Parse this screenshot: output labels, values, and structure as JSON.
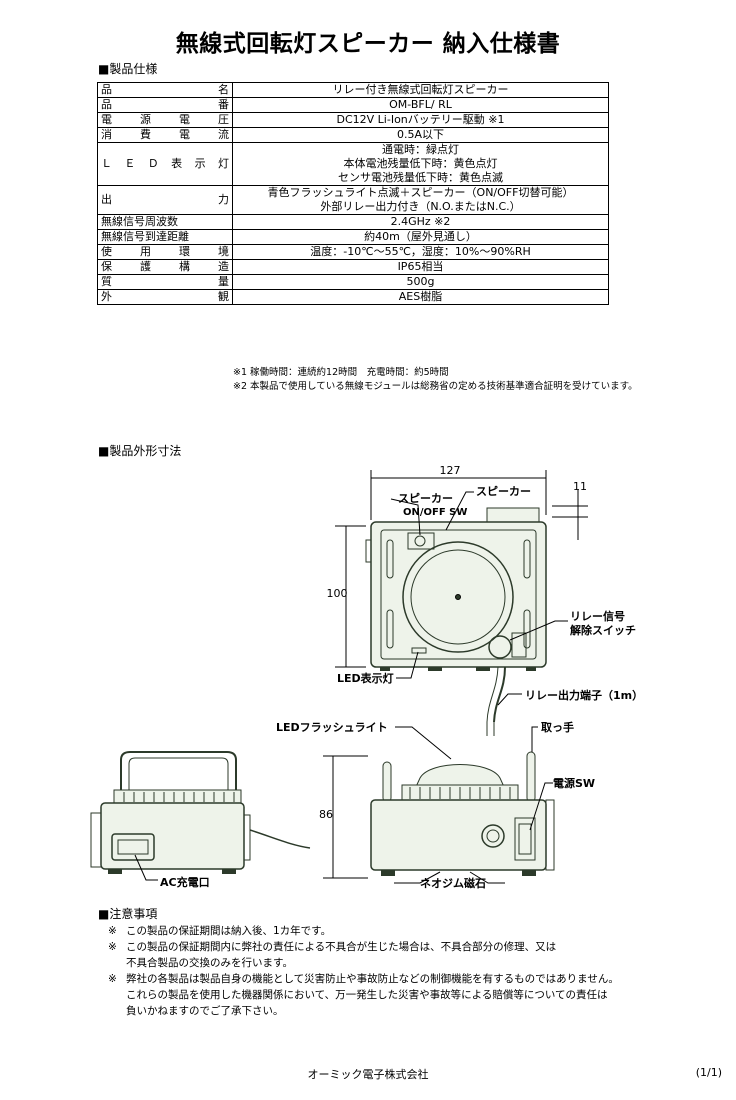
{
  "title": "無線式回転灯スピーカー 納入仕様書",
  "spec_section": "■製品仕様",
  "spec": [
    {
      "k": "品名",
      "v": [
        "リレー付き無線式回転灯スピーカー"
      ]
    },
    {
      "k": "品番",
      "v": [
        "OM-BFL/ RL"
      ]
    },
    {
      "k": "電源電圧",
      "v": [
        "DC12V Li-Ionバッテリー駆動 ※1"
      ]
    },
    {
      "k": "消費電流",
      "v": [
        "0.5A以下"
      ]
    },
    {
      "k": "ＬＥＤ表示灯",
      "v": [
        "通電時：緑点灯",
        "本体電池残量低下時：黄色点灯",
        "センサ電池残量低下時：黄色点滅"
      ]
    },
    {
      "k": "出力",
      "v": [
        "青色フラッシュライト点滅＋スピーカー（ON/OFF切替可能）",
        "外部リレー出力付き（N.O.またはN.C.）"
      ]
    },
    {
      "k": "無線信号周波数",
      "v": [
        "2.4GHz ※2"
      ]
    },
    {
      "k": "無線信号到達距離",
      "v": [
        "約40m（屋外見通し）"
      ]
    },
    {
      "k": "使用環境",
      "v": [
        "温度：-10℃～55℃，湿度：10%～90%RH"
      ]
    },
    {
      "k": "保護構造",
      "v": [
        "IP65相当"
      ]
    },
    {
      "k": "質量",
      "v": [
        "500g"
      ]
    },
    {
      "k": "外観",
      "v": [
        "AES樹脂"
      ]
    }
  ],
  "spec_notes": [
    "※1 稼働時間：連続約12時間　充電時間：約5時間",
    "※2 本製品で使用している無線モジュールは総務省の定める技術基準適合証明を受けています。"
  ],
  "dim_section": "■製品外形寸法",
  "diagram": {
    "dim_width": "127",
    "dim_height": "100",
    "dim_depth_top": "11",
    "dim_side_height": "86",
    "label_speaker_sw_1": "スピーカー",
    "label_speaker_sw_2": "ON/OFF SW",
    "label_speaker": "スピーカー",
    "label_relay_reset_1": "リレー信号",
    "label_relay_reset_2": "解除スイッチ",
    "label_led_lamp": "LED表示灯",
    "label_relay_out": "リレー出力端子（1m）",
    "label_flash": "LEDフラッシュライト",
    "label_handle": "取っ手",
    "label_power_sw": "電源SW",
    "label_ac": "AC充電口",
    "label_magnet": "ネオジム磁石"
  },
  "caution_section": "■注意事項",
  "cautions": [
    {
      "mark": "※",
      "text": "この製品の保証期間は納入後、1カ年です。"
    },
    {
      "mark": "※",
      "text": "この製品の保証期間内に弊社の責任による不具合が生じた場合は、不具合部分の修理、又は"
    },
    {
      "mark": "",
      "text": "不具合製品の交換のみを行います。"
    },
    {
      "mark": "※",
      "text": "弊社の各製品は製品自身の機能として災害防止や事故防止などの制御機能を有するものではありません。"
    },
    {
      "mark": "",
      "text": "これらの製品を使用した機器関係において、万一発生した災害や事故等による賠償等についての責任は"
    },
    {
      "mark": "",
      "text": "負いかねますのでご了承下さい。"
    }
  ],
  "company": "オーミック電子株式会社",
  "page_num": "(1/1)"
}
